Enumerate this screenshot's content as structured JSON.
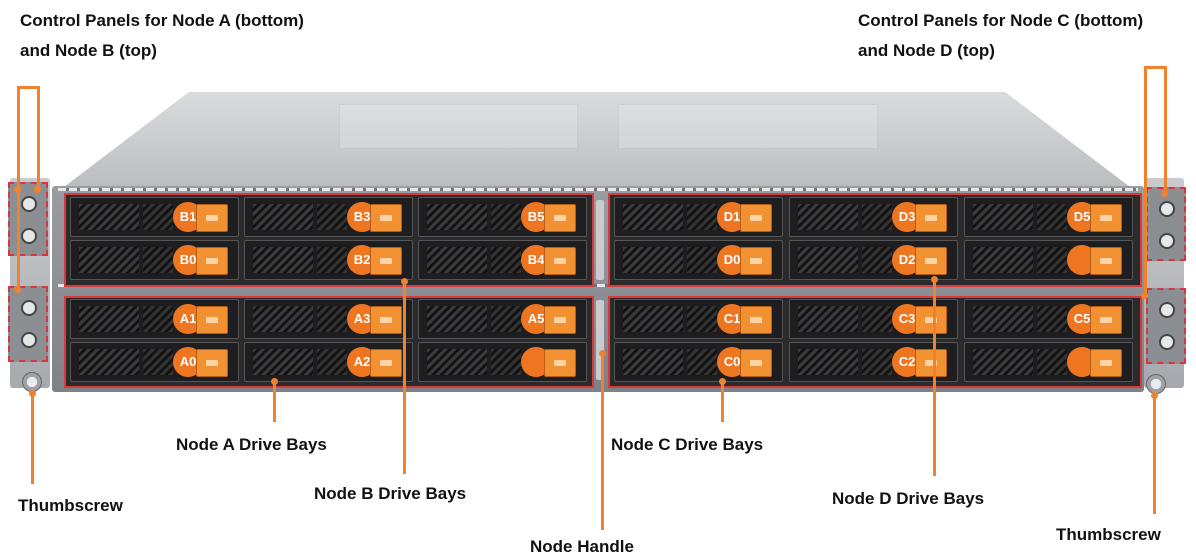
{
  "labels": {
    "cp_ab_line1": "Control Panels for Node A (bottom)",
    "cp_ab_line2": "and Node B (top)",
    "cp_cd_line1": "Control Panels for Node C (bottom)",
    "cp_cd_line2": "and Node D (top)",
    "node_a_bays": "Node A Drive Bays",
    "node_b_bays": "Node B Drive Bays",
    "node_c_bays": "Node C Drive Bays",
    "node_d_bays": "Node D Drive Bays",
    "node_handle": "Node Handle",
    "thumbscrew_left": "Thumbscrew",
    "thumbscrew_right": "Thumbscrew"
  },
  "drives": {
    "node_b": [
      [
        "B1",
        "B3",
        "B5"
      ],
      [
        "B0",
        "B2",
        "B4"
      ]
    ],
    "node_d": [
      [
        "D1",
        "D3",
        "D5"
      ],
      [
        "D0",
        "D2",
        ""
      ]
    ],
    "node_a": [
      [
        "A1",
        "A3",
        "A5"
      ],
      [
        "A0",
        "A2",
        ""
      ]
    ],
    "node_c": [
      [
        "C1",
        "C3",
        "C5"
      ],
      [
        "C0",
        "C2",
        ""
      ]
    ]
  },
  "colors": {
    "accent": "#f0822d",
    "drive_badge": "#ef7621",
    "frame": "#d93a3a"
  }
}
